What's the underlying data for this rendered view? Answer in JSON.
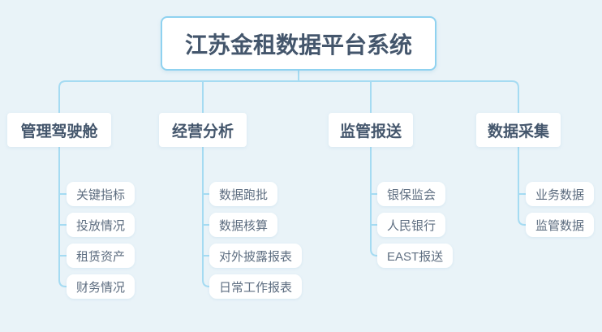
{
  "title": "江苏金租数据平台系统",
  "colors": {
    "background": "#e9f3f8",
    "line": "#a5dbf2",
    "title_border": "#8fd2f0",
    "node_bg": "#ffffff",
    "heading_text": "#44566c",
    "child_text": "#5d6d80"
  },
  "branches": [
    {
      "label": "管理驾驶舱",
      "children": [
        "关键指标",
        "投放情况",
        "租赁资产",
        "财务情况"
      ]
    },
    {
      "label": "经营分析",
      "children": [
        "数据跑批",
        "数据核算",
        "对外披露报表",
        "日常工作报表"
      ]
    },
    {
      "label": "监管报送",
      "children": [
        "银保监会",
        "人民银行",
        "EAST报送"
      ]
    },
    {
      "label": "数据采集",
      "children": [
        "业务数据",
        "监管数据"
      ]
    }
  ]
}
